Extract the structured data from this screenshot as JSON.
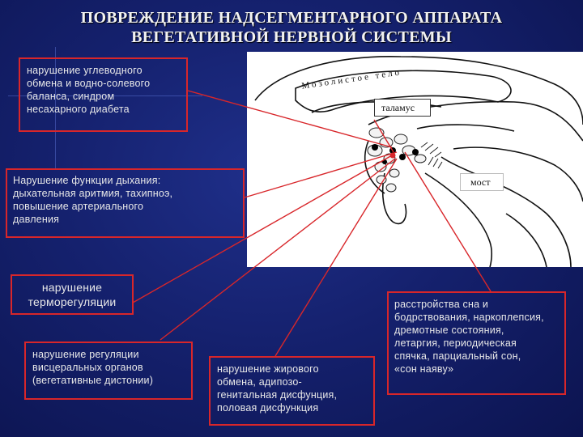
{
  "title": {
    "line1": "ПОВРЕЖДЕНИЕ НАДСЕГМЕНТАРНОГО АППАРАТА",
    "line2": "ВЕГЕТАТИВНОЙ НЕРВНОЙ СИСТЕМЫ"
  },
  "diagram": {
    "corpus_callosum_label": "Мозолистое тело",
    "thalamus_label": "таламус",
    "pons_label": "мост"
  },
  "boxes": {
    "carbohydrate": {
      "lines": [
        "нарушение углеводного",
        "обмена и водно-солевого",
        "баланса, синдром",
        "несахарного диабета"
      ]
    },
    "respiration": {
      "lines": [
        "Нарушение функции дыхания:",
        "дыхательная аритмия, тахипноэ,",
        "повышение артериального",
        "давления"
      ]
    },
    "thermo": {
      "lines": [
        "нарушение",
        "терморегуляции"
      ]
    },
    "visceral": {
      "lines": [
        "нарушение регуляции",
        "висцеральных органов",
        "(вегетативные дистонии)"
      ]
    },
    "fat": {
      "lines": [
        "нарушение жирового",
        "обмена, адипозо-",
        "генитальная дисфунция,",
        "половая дисфункция"
      ]
    },
    "sleep": {
      "lines": [
        "расстройства сна и",
        "бодрствования, наркоплепсия,",
        "дремотные состояния,",
        "летаргия, периодическая",
        "спячка, парциальный сон,",
        "«сон наяву»"
      ]
    }
  },
  "colors": {
    "background": "#15216e",
    "box_border": "#d8262a",
    "connector": "#d8262a",
    "text": "#e8e8e8"
  }
}
